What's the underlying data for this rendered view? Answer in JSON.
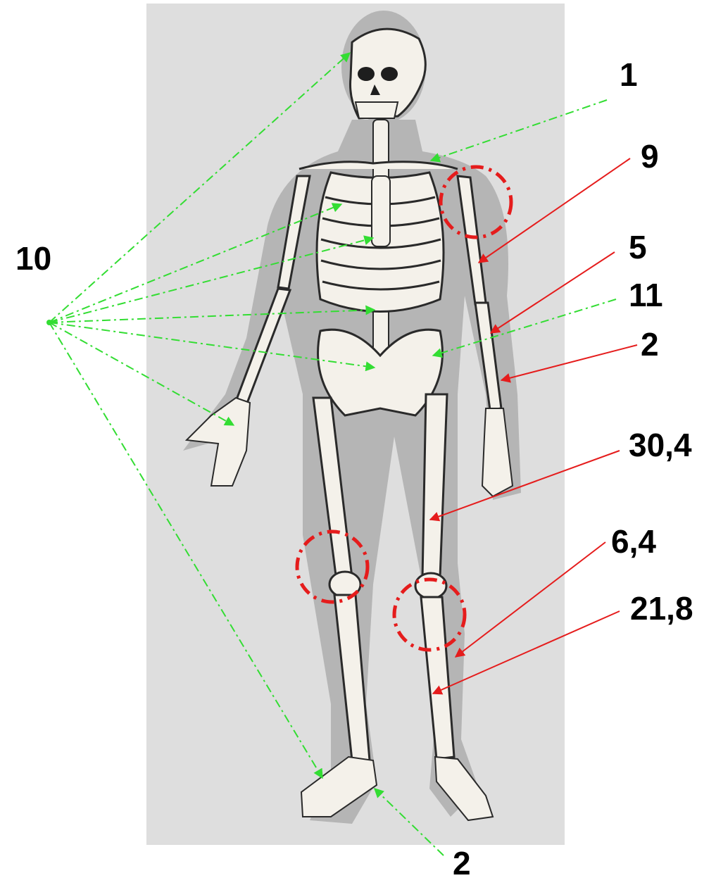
{
  "colors": {
    "green_line": "#33dd33",
    "red_line": "#e51c1c",
    "red_circle": "#e51c1c",
    "silhouette": "#b5b5b5",
    "background_panel": "#dedede",
    "bone": "#f4f1ea",
    "label": "#000000"
  },
  "labels": {
    "l1": "1",
    "l9": "9",
    "l5": "5",
    "l11": "11",
    "l2_right": "2",
    "l30_4": "30,4",
    "l6_4": "6,4",
    "l21_8": "21,8",
    "l10": "10",
    "l2_bottom": "2"
  },
  "illustration": {
    "subject": "human-skeleton"
  }
}
